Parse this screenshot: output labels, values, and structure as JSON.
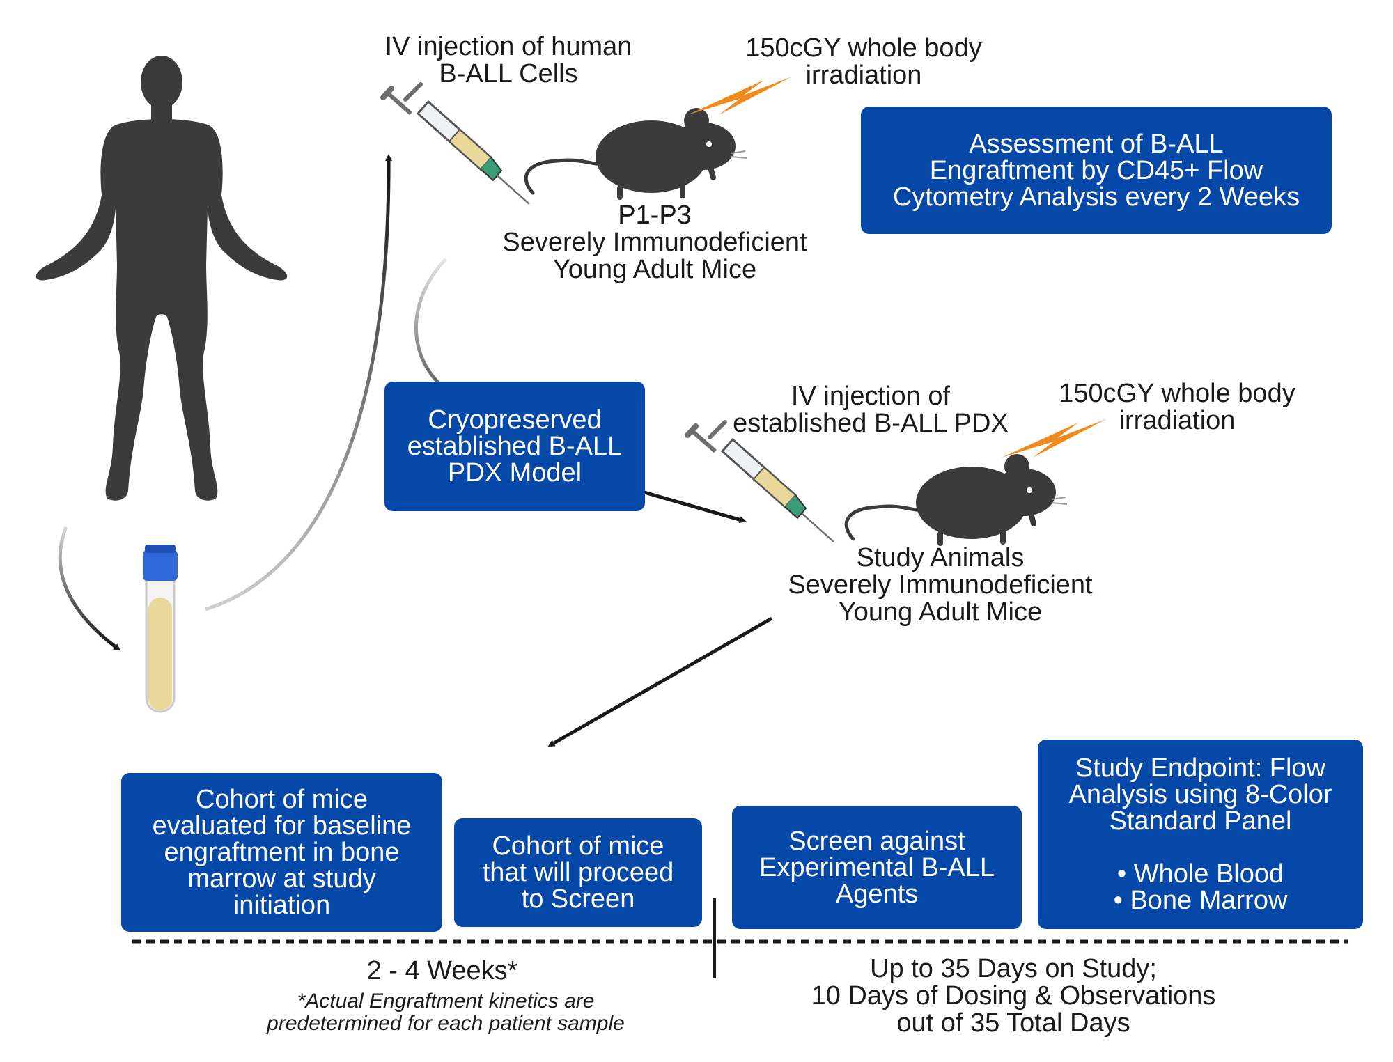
{
  "top_section": {
    "injection_label": "IV injection of human\nB-ALL Cells",
    "irradiation_label": "150cGY whole body\nirradiation",
    "mouse_label": "P1-P3\nSeverely Immunodeficient\nYoung Adult Mice",
    "assessment_box": "Assessment of B-ALL\nEngraftment by CD45+ Flow\nCytometry Analysis every 2 Weeks"
  },
  "middle_section": {
    "cryo_box": "Cryopreserved\nestablished B-ALL\nPDX Model",
    "injection_label": "IV injection of\nestablished B-ALL PDX",
    "irradiation_label": "150cGY whole body\nirradiation",
    "mouse_label": "Study Animals\nSeverely Immunodeficient\nYoung Adult Mice"
  },
  "bottom_section": {
    "baseline_box": "Cohort of mice\nevaluated for baseline\nengraftment in bone\nmarrow at study\ninitiation",
    "proceed_box": "Cohort of mice\nthat will proceed\nto Screen",
    "screen_box": "Screen against\nExperimental B-ALL\nAgents",
    "endpoint_box": "Study Endpoint: Flow\nAnalysis using 8-Color\nStandard Panel\n\n• Whole Blood\n• Bone Marrow"
  },
  "timeline": {
    "left_duration": "2 - 4 Weeks*",
    "left_note": "*Actual Engraftment kinetics are\npredetermined for each patient sample",
    "right_duration": "Up to 35 Days on Study;\n10 Days of Dosing & Observations\nout of 35 Total Days"
  },
  "colors": {
    "box_blue": "#0648a8",
    "lightning_orange": "#f08a1c",
    "silhouette": "#3b3b3b",
    "tube_cap": "#2f66d8",
    "tube_liquid": "#ead79a"
  },
  "icons": [
    "human-figure-icon",
    "blood-tube-icon",
    "syringe-icon",
    "mouse-icon",
    "lightning-icon"
  ]
}
